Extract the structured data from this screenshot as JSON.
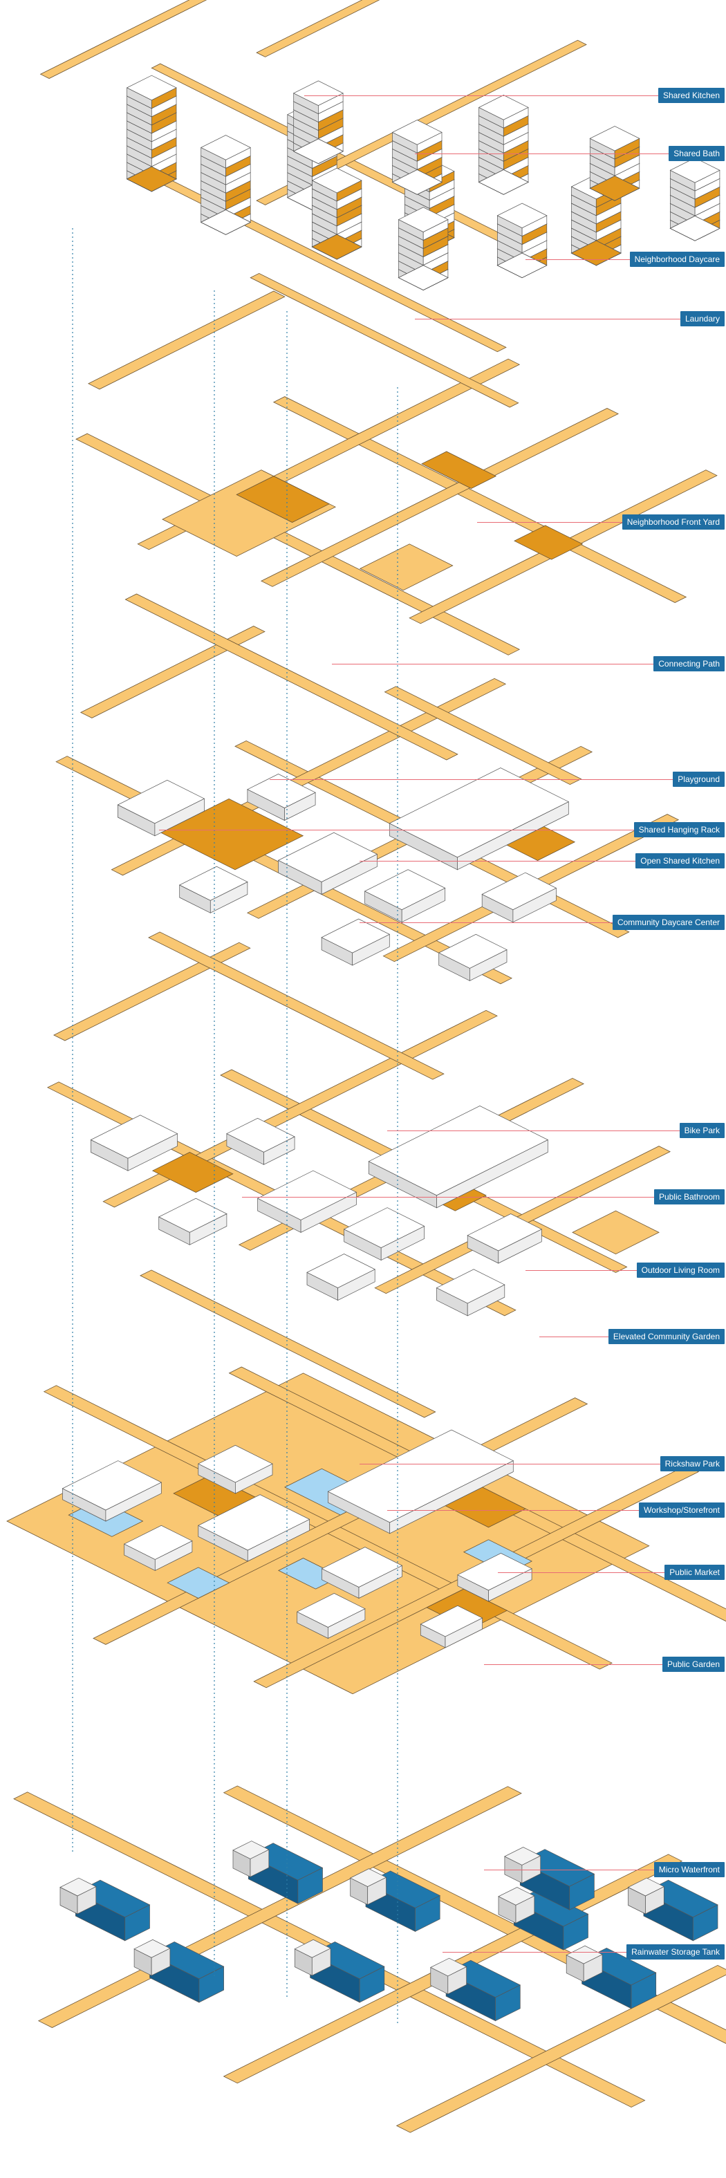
{
  "colors": {
    "path": "#f9c772",
    "path_edge": "#6b5433",
    "accent": "#e1961c",
    "block": "#ffffff",
    "block_shadow": "#dcdcdc",
    "water": "#a6d6f3",
    "tank": "#1f78ad",
    "tank_dark": "#145a88",
    "label_bg": "#1f6ea3",
    "leader": "#e86b75",
    "drop_line": "#2f7fa8"
  },
  "labels": [
    {
      "text": "Shared Kitchen"
    },
    {
      "text": "Shared Bath"
    },
    {
      "text": "Neighborhood Daycare"
    },
    {
      "text": "Laundary"
    },
    {
      "text": "Neighborhood Front Yard"
    },
    {
      "text": "Connecting Path"
    },
    {
      "text": "Playground"
    },
    {
      "text": "Shared Hanging Rack"
    },
    {
      "text": "Open Shared Kitchen"
    },
    {
      "text": "Community Daycare Center"
    },
    {
      "text": "Bike Park"
    },
    {
      "text": "Public Bathroom"
    },
    {
      "text": "Outdoor Living Room"
    },
    {
      "text": "Elevated Community Garden"
    },
    {
      "text": "Rickshaw Park"
    },
    {
      "text": "Workshop/Storefront"
    },
    {
      "text": "Public Market"
    },
    {
      "text": "Public Garden"
    },
    {
      "text": "Micro Waterfront"
    },
    {
      "text": "Rainwater Storage Tank"
    }
  ]
}
